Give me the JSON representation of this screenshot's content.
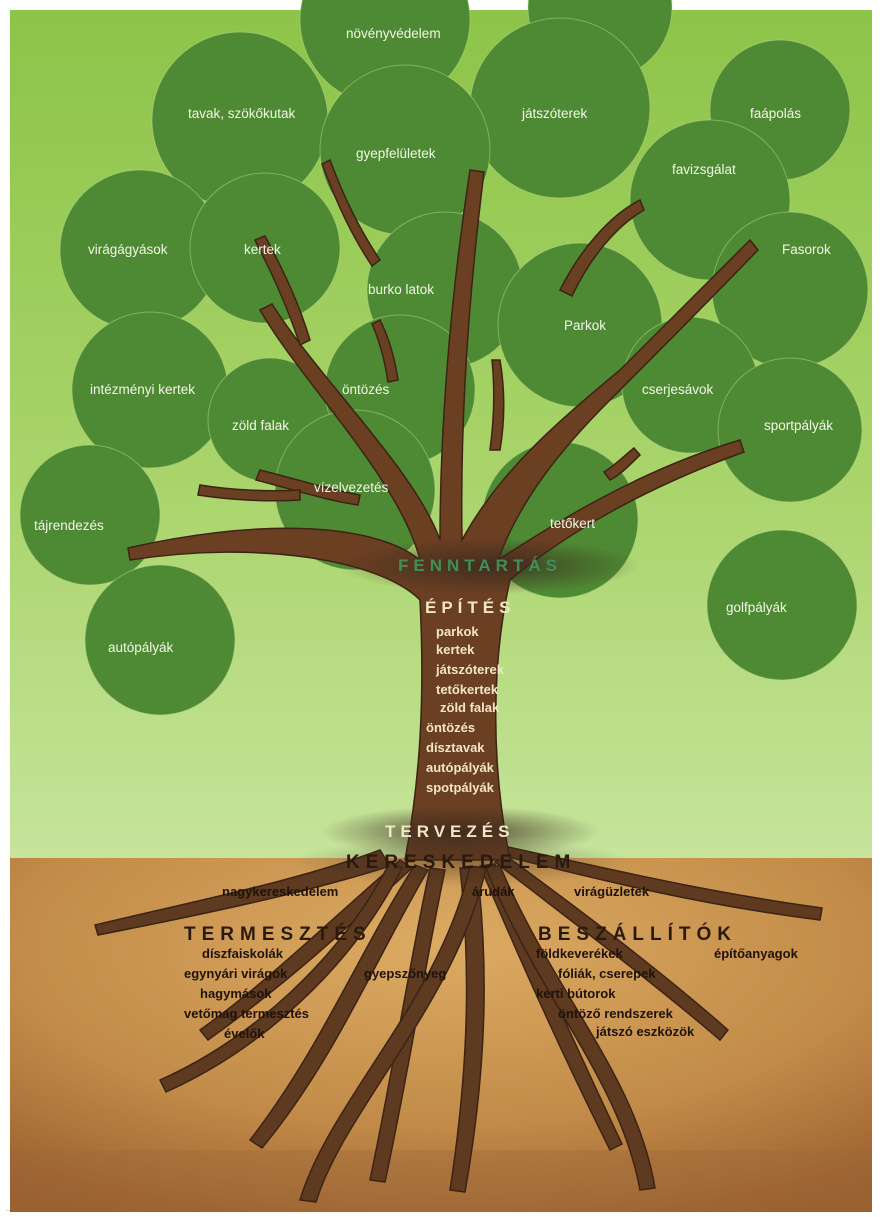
{
  "leaves": [
    {
      "id": "novenyvedelem",
      "label": "növényvédelem"
    },
    {
      "id": "top-right-partial",
      "label": ""
    },
    {
      "id": "tavak",
      "label": "tavak, szökőkutak"
    },
    {
      "id": "jatszoterek",
      "label": "játszóterek"
    },
    {
      "id": "faapolas",
      "label": "faápolás"
    },
    {
      "id": "gyepfeluletek",
      "label": "gyepfelületek"
    },
    {
      "id": "favizsgalat",
      "label": "favizsgálat"
    },
    {
      "id": "viragagyasok",
      "label": "virágágyások"
    },
    {
      "id": "kertek",
      "label": "kertek"
    },
    {
      "id": "fasorok",
      "label": "Fasorok"
    },
    {
      "id": "burkolatok",
      "label": "burko latok"
    },
    {
      "id": "parkok",
      "label": "Parkok"
    },
    {
      "id": "intezmenyi",
      "label": "intézményi kertek"
    },
    {
      "id": "zold-falak",
      "label": "zöld falak"
    },
    {
      "id": "ontozes",
      "label": "öntözés"
    },
    {
      "id": "cserjesavok",
      "label": "cserjesávok"
    },
    {
      "id": "sportpalyak",
      "label": "sportpályák"
    },
    {
      "id": "vizelvezetes",
      "label": "vízelvezetés"
    },
    {
      "id": "tajrendezes",
      "label": "tájrendezés"
    },
    {
      "id": "tetokert",
      "label": "tetőkert"
    },
    {
      "id": "golfpalyak",
      "label": "golfpályák"
    },
    {
      "id": "autopalyak",
      "label": "autópályák"
    }
  ],
  "trunk": {
    "fenntartas": "FENNTARTÁS",
    "epites": "ÉPÍTÉS",
    "items": [
      "parkok",
      "kertek",
      "játszóterek",
      "tetőkertek",
      "zöld falak",
      "öntözés",
      "dísztavak",
      "autópályák",
      "spotpályák"
    ],
    "tervezes": "TERVEZÉS"
  },
  "roots": {
    "kereskedelem": "KERESKEDELEM",
    "nagykereskedelem": "nagykereskedelem",
    "arudak": "árudák",
    "viraguzletek": "virágüzletek",
    "termesztes": "TERMESZTÉS",
    "termesztes_items": [
      "díszfaiskolák",
      "egynyári virágok",
      "hagymások",
      "vetőmag termesztés",
      "évelők"
    ],
    "gyepszonyeg": "gyepszőnyeg",
    "beszallitok": "BESZÁLLÍTÓK",
    "beszallitok_items": [
      "földkeverékek",
      "fóliák, cserepek",
      "kerti bútorok",
      "öntöző rendszerek",
      "játszó eszközök"
    ],
    "epitoanyagok": "építőanyagok"
  },
  "footer_text": "...",
  "colors": {
    "sky_top": "#8dc449",
    "sky_bottom": "#c4e395",
    "leaf": "#4e8a33",
    "trunk": "#6b3f22",
    "soil_light": "#d8a65e",
    "soil_dark": "#9a5c2c"
  }
}
